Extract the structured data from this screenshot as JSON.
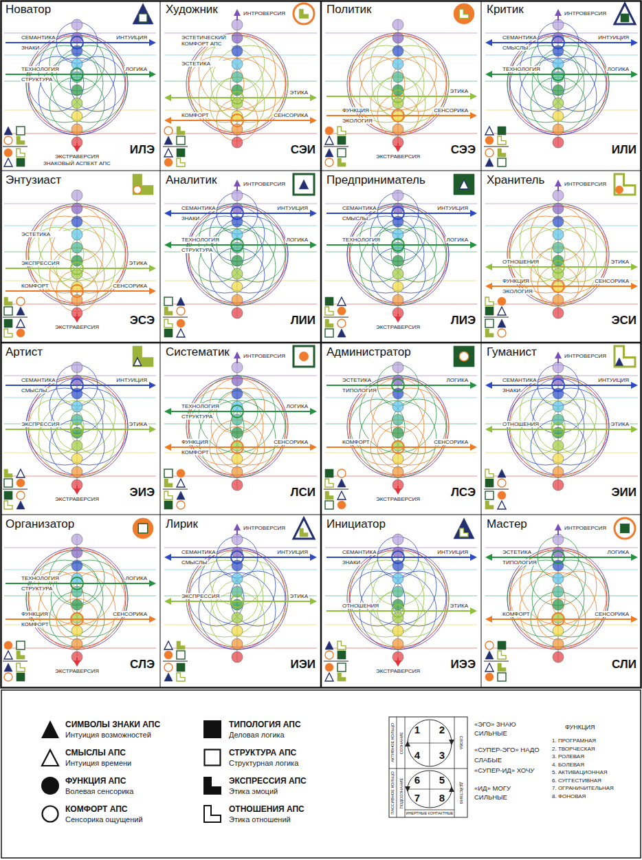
{
  "diagram": {
    "nodes": [
      {
        "text": [
          "Новатор",
          "СЕМАНТИКА",
          "ЗНАКИ",
          "ИНТУИЦИЯ",
          "ТЕХНОЛОГИЯ",
          "СТРУКТУРА",
          "ЛОГИКА",
          "ЭКСТРАВЕРСИЯ",
          "ЗНАКОВЫЙ АСПЕКТ АПС",
          "ИЛЭ"
        ]
      },
      {
        "text": [
          "Художник",
          "ИНТРОВЕРСИЯ",
          "ЭСТЕТИЧЕСКИЙ КОМФОРТ АПС",
          "ЭСТЕТИКА",
          "ЭТИКА",
          "КОМФОРТ",
          "СЕНСОРИКА",
          "СЭИ"
        ]
      },
      {
        "text": [
          "Политик",
          "ЭТИКА",
          "ФУНКЦИЯ",
          "ЭКОЛОГИЯ",
          "СЕНСОРИКА",
          "ЭКСТРАВЕРСИЯ",
          "СЭЭ"
        ]
      },
      {
        "text": [
          "Критик",
          "ИНТРОВЕРСИЯ",
          "СЕМАНТИКА",
          "СМЫСЛЫ",
          "ИНТУИЦИЯ",
          "ТЕХНОЛОГИЯ",
          "ЛОГИКА",
          "ИЛИ"
        ]
      },
      {
        "text": [
          "Энтузиаст",
          "ЭСТЕТИКА",
          "ЭКСПРЕССИЯ",
          "ЭТИКА",
          "КОМФОРТ",
          "СЕНСОРИКА",
          "ЭКСТРАВЕРСИЯ",
          "ЭСЭ"
        ]
      },
      {
        "text": [
          "Аналитик",
          "ИНТРОВЕРСИЯ",
          "СЕМАНТИКА",
          "ЗНАКИ",
          "ИНТУИЦИЯ",
          "ТЕХНОЛОГИЯ",
          "СТРУКТУРА",
          "ЛОГИКА",
          "ЛИИ"
        ]
      },
      {
        "text": [
          "Предприниматель",
          "СЕМАНТИКА",
          "СМЫСЛЫ",
          "ИНТУИЦИЯ",
          "ТЕХНОЛОГИЯ",
          "ЛОГИКА",
          "ЭКСТРАВЕРСИЯ",
          "ЛИЭ"
        ]
      },
      {
        "text": [
          "Хранитель",
          "ИНТРОВЕРСИЯ",
          "ОТНОШЕНИЯ",
          "ЭТИКА",
          "ФУНКЦИЯ",
          "ЭКОЛОГИЯ",
          "СЕНСОРИКА",
          "ЭСИ"
        ]
      },
      {
        "text": [
          "Артист",
          "СЕМАНТИКА",
          "СМЫСЛЫ",
          "ИНТУИЦИЯ",
          "ЭКСПРЕССИЯ",
          "ЭТИКА",
          "ЭКСТРАВЕРСИЯ",
          "ЭИЭ"
        ]
      },
      {
        "text": [
          "Систематик",
          "ИНТРОВЕРСИЯ",
          "ТЕХНОЛОГИЯ",
          "СТРУКТУРА",
          "ЛОГИКА",
          "ФУНКЦИЯ",
          "КОМФОРТ",
          "СЕНСОРИКА",
          "ЛСИ"
        ]
      },
      {
        "text": [
          "Администратор",
          "ЭСТЕТИКА",
          "ТИПОЛОГИЯ",
          "ЛОГИКА",
          "КОМФОРТ",
          "СЕНСОРИКА",
          "ЭКСТРАВЕРСИЯ",
          "ЛСЭ"
        ]
      },
      {
        "text": [
          "Гуманист",
          "ИНТРОВЕРСИЯ",
          "СЕМАНТИКА",
          "ЗНАКИ",
          "ИНТУИЦИЯ",
          "ОТНОШЕНИЯ",
          "ЭТИКА",
          "ЭИИ"
        ]
      },
      {
        "text": [
          "Организатор",
          "ТЕХНОЛОГИЯ",
          "СТРУКТУРА",
          "ЛОГИКА",
          "ФУНКЦИЯ",
          "КОМФОРТ",
          "СЕНСОРИКА",
          "ЭКСТРАВЕРСИЯ",
          "СЛЭ"
        ]
      },
      {
        "text": [
          "Лирик",
          "ИНТРОВЕРСИЯ",
          "СЕМАНТИКА",
          "СМЫСЛЫ",
          "ИНТУИЦИЯ",
          "ЭКСПРЕССИЯ",
          "ЭТИКА",
          "ИЭИ"
        ]
      },
      {
        "text": [
          "Инициатор",
          "СЕМАНТИКА",
          "ЗНАКИ",
          "ИНТУИЦИЯ",
          "ОТНОШЕНИЯ",
          "ЭТИКА",
          "ЭКСТРАВЕРСИЯ",
          "ИЭЭ"
        ]
      },
      {
        "text": [
          "Мастер",
          "ИНТРОВЕРСИЯ",
          "ЭСТЕТИКА",
          "ТИПОЛОГИЯ",
          "ЛОГИКА",
          "КОМФОРТ",
          "СЕНСОРИКА",
          "СЛИ"
        ]
      }
    ],
    "labels": [
      "Интуиция возможностей",
      "Интуиция времени",
      "Волевая сенсорика",
      "Сенсорика ощущений",
      "Деловая логика",
      "Структурная логика",
      "Этика эмоций",
      "Этика отношений",
      "АКТИВНОЕ КОЛЬЦО",
      "СОЗНАНИЕ",
      "ПАССИВНОЕ КОЛЬЦО",
      "ПОДСОЗНАНИЕ",
      "СЛОВА",
      "ДЕЙСТВИЯ",
      "1",
      "2",
      "4",
      "3",
      "6",
      "5",
      "7",
      "8",
      "ИНЕРТНЫЕ КОНТАКТНЫЕ",
      "«ЭГО» ЗНАЮ",
      "СИЛЬНЫЕ",
      "«СУПЕР-ЭГО» НАДО",
      "СЛАБЫЕ",
      "«СУПЕР-ИД» ХОЧУ",
      "«ИД» МОГУ",
      "СИЛЬНЫЕ",
      "ФУНКЦИЯ",
      "1. ПРОГРАМНАЯ",
      "2. ТВОРЧЕСКАЯ",
      "3. РОЛЕВАЯ",
      "4. БОЛЕВАЯ",
      "5. АКТИВАЦИОННАЯ",
      "6. СУГГЕСТИВНАЯ",
      "7. ОГРАНИЧИТЕЛЬНАЯ",
      "8. ФОНОВАЯ"
    ],
    "legend": [
      {
        "text": "СИМВОЛЫ ЗНАКИ АПС"
      },
      {
        "text": "СМЫСЛЫ АПС"
      },
      {
        "text": "ФУНКЦИЯ АПС"
      },
      {
        "text": "КОМФОРТ АПС"
      },
      {
        "text": "ТИПОЛОГИЯ АПС"
      },
      {
        "text": "СТРУКТУРА АПС"
      },
      {
        "text": "ЭКСПРЕССИЯ АПС"
      },
      {
        "text": "ОТНОШЕНИЯ АПС"
      }
    ]
  }
}
